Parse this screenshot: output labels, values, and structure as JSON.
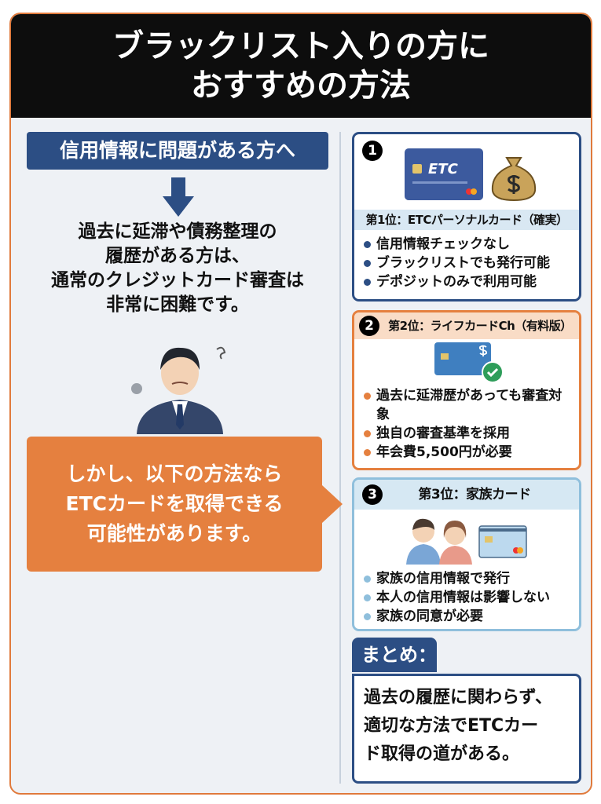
{
  "title": {
    "line1": "ブラックリスト入りの方に",
    "line2": "おすすめの方法"
  },
  "left": {
    "pill": "信用情報に問題がある方へ",
    "desc": [
      "過去に延滞や債務整理の",
      "履歴がある方は、",
      "通常のクレジットカード審査は",
      "非常に困難です。"
    ],
    "callout": [
      "しかし、以下の方法なら",
      "ETCカードを取得できる",
      "可能性があります。"
    ]
  },
  "options": [
    {
      "num": "1",
      "rank": "第1位：ETCパーソナルカード（確実）",
      "card_label": "ETC",
      "items": [
        "信用情報チェックなし",
        "ブラックリストでも発行可能",
        "デポジットのみで利用可能"
      ]
    },
    {
      "num": "2",
      "rank": "第2位：ライフカードCh（有料版）",
      "items": [
        "過去に延滞歴があっても審査対象",
        "独自の審査基準を採用",
        "年会費5,500円が必要"
      ]
    },
    {
      "num": "3",
      "rank": "第3位：家族カード",
      "items": [
        "家族の信用情報で発行",
        "本人の信用情報は影響しない",
        "家族の同意が必要"
      ]
    }
  ],
  "summary": {
    "label": "まとめ：",
    "text": [
      "過去の履歴に関わらず、",
      "適切な方法でETCカー",
      "ド取得の道がある。"
    ]
  },
  "colors": {
    "navy": "#2c4e84",
    "orange": "#e5803f",
    "light_blue": "#8fbfdc",
    "header": "#0d0d0d"
  }
}
